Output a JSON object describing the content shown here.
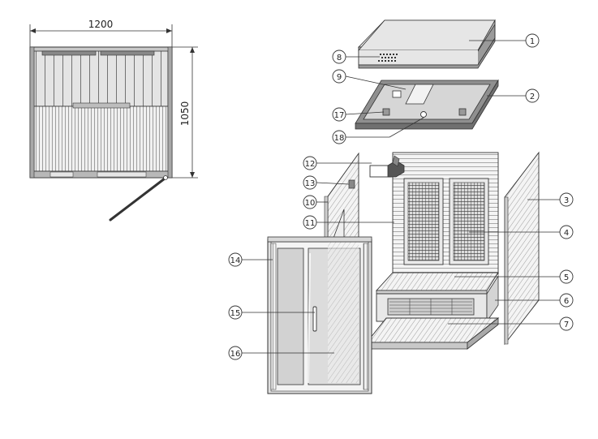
{
  "plan_view": {
    "width_label": "1200",
    "depth_label": "1050"
  },
  "parts": [
    {
      "number": "1"
    },
    {
      "number": "2"
    },
    {
      "number": "3"
    },
    {
      "number": "4"
    },
    {
      "number": "5"
    },
    {
      "number": "6"
    },
    {
      "number": "7"
    },
    {
      "number": "8"
    },
    {
      "number": "9"
    },
    {
      "number": "10"
    },
    {
      "number": "11"
    },
    {
      "number": "12"
    },
    {
      "number": "13"
    },
    {
      "number": "14"
    },
    {
      "number": "15"
    },
    {
      "number": "16"
    },
    {
      "number": "17"
    },
    {
      "number": "18"
    }
  ],
  "colors": {
    "line": "#333333",
    "panel_fill": "#e8e8e8",
    "wood_fill": "#f2f2f2",
    "glass_fill": "#d8d8d8"
  }
}
